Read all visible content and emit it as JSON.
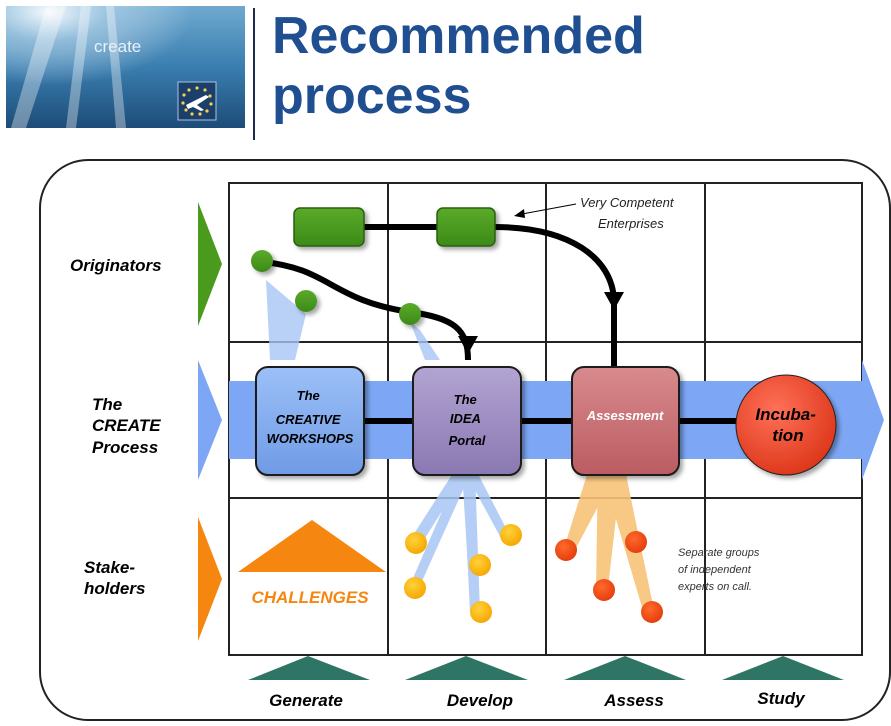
{
  "logo": {
    "text": "create"
  },
  "title": {
    "line1": "Recommended",
    "line2": "process"
  },
  "rows": {
    "originators": [
      "Originators"
    ],
    "process": [
      "The",
      "CREATE",
      "Process"
    ],
    "stakeholders": [
      "Stake-",
      "holders"
    ]
  },
  "boxes": {
    "workshops": [
      "The",
      "CREATIVE",
      "WORKSHOPS"
    ],
    "portal": [
      "The",
      "IDEA",
      "Portal"
    ],
    "assessment": [
      "Assessment"
    ],
    "incubation": [
      "Incuba-",
      "tion"
    ]
  },
  "challenges": "CHALLENGES",
  "annotations": {
    "enterprises": [
      "Very Competent",
      "Enterprises"
    ],
    "experts": [
      "Separate groups",
      "of independent",
      "experts on call."
    ]
  },
  "phases": [
    "Generate",
    "Develop",
    "Assess",
    "Study"
  ],
  "colors": {
    "title": "#1f4f90",
    "originators": "#4a9a1e",
    "process_band": "#7da7f5",
    "stakeholders": "#f5860f",
    "workshops": "#7aa6f0",
    "portal": "#9c8bbf",
    "assessment": "#c96a6f",
    "incubation": "#e8432e",
    "phase_triangle": "#2f7565"
  }
}
